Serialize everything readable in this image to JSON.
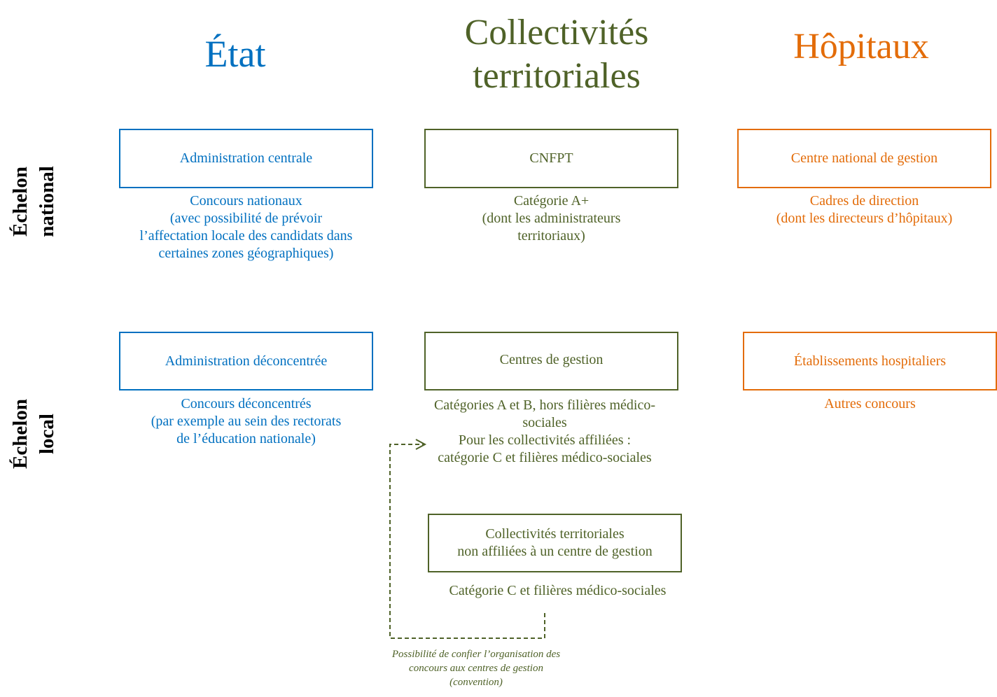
{
  "columns": {
    "etat": "État",
    "collectivites": "Collectivités\nterritoriales",
    "hopitaux": "Hôpitaux"
  },
  "rows": {
    "national": "Échelon\nnational",
    "local": "Échelon\nlocal"
  },
  "national": {
    "etat_box": "Administration centrale",
    "etat_text": "Concours nationaux\n(avec possibilité de prévoir\nl’affectation locale des candidats  dans\ncertaines zones géographiques)",
    "ct_box": "CNFPT",
    "ct_text": "Catégorie A+\n(dont les administrateurs\nterritoriaux)",
    "hop_box": "Centre national de gestion",
    "hop_text": "Cadres de direction\n(dont les directeurs d’hôpitaux)"
  },
  "local": {
    "etat_box": "Administration déconcentrée",
    "etat_text": "Concours déconcentrés\n(par exemple au sein des rectorats\nde l’éducation nationale)",
    "ct_box": "Centres de gestion",
    "ct_text": "Catégories A et B, hors filières médico-\nsociales\nPour les collectivités affiliées :\ncatégorie C et filières médico-sociales",
    "hop_box": "Établissements hospitaliers",
    "hop_text": "Autres concours",
    "na_box": "Collectivités territoriales\nnon affiliées à un centre de gestion",
    "na_text": "Catégorie C et filières médico-sociales",
    "convention_note": "Possibilité de confier l’organisation des\nconcours  aux centres de gestion\n(convention)"
  },
  "colors": {
    "etat": "#0070C0",
    "collectivites": "#4F6228",
    "hopitaux": "#E36C09"
  }
}
